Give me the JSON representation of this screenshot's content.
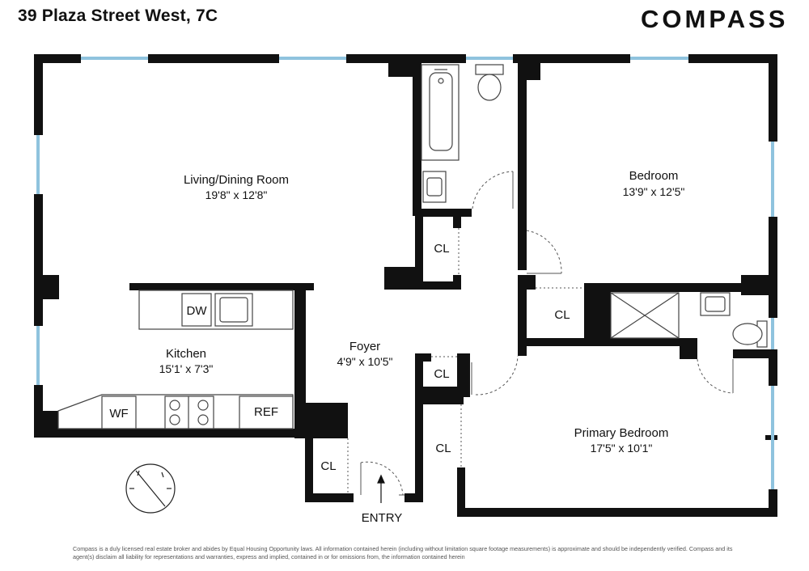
{
  "header": {
    "address": "39 Plaza Street West, 7C",
    "brand": "COMPASS"
  },
  "rooms": [
    {
      "id": "living-dining",
      "name": "Living/Dining Room",
      "dims": "19'8\" x 12'8\""
    },
    {
      "id": "bedroom",
      "name": "Bedroom",
      "dims": "13'9\" x 12'5\""
    },
    {
      "id": "kitchen",
      "name": "Kitchen",
      "dims": "15'1' x 7'3\""
    },
    {
      "id": "foyer",
      "name": "Foyer",
      "dims": "4'9\" x 10'5\""
    },
    {
      "id": "primary-bedroom",
      "name": "Primary Bedroom",
      "dims": "17'5\" x 10'1\""
    }
  ],
  "labels": {
    "closet": "CL",
    "dishwasher": "DW",
    "wine_fridge": "WF",
    "refrigerator": "REF",
    "entry": "ENTRY"
  },
  "colors": {
    "wall": "#111111",
    "window": "#8fc3de",
    "fixture": "#555555"
  },
  "compass_icon": "compass-rose-icon",
  "disclaimer": "Compass is a duly licensed real estate broker and abides by Equal Housing Opportunity laws.  All information contained herein (including without limitation square footage measurements) is approximate and should be independently verified. Compass and its agent(s) disclaim all liability for representations and warranties, express and implied, contained in or for omissions from, the information contained herein"
}
